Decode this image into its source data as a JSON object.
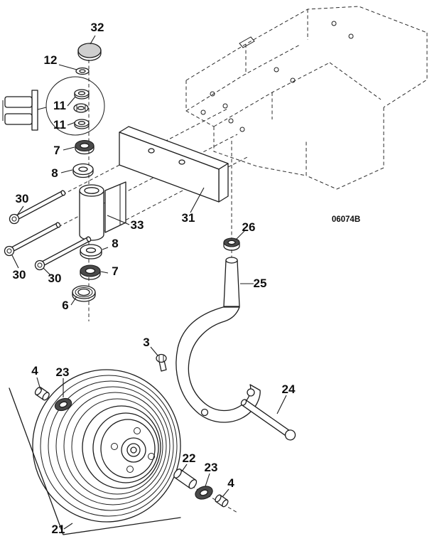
{
  "diagram": {
    "drawing_number": "06074B",
    "colors": {
      "line": "#1c1c1c",
      "background": "#ffffff"
    },
    "callouts": [
      {
        "label": "32"
      },
      {
        "label": "12"
      },
      {
        "label": "11"
      },
      {
        "label": "11"
      },
      {
        "label": "7"
      },
      {
        "label": "8"
      },
      {
        "label": "30"
      },
      {
        "label": "33"
      },
      {
        "label": "31"
      },
      {
        "label": "8"
      },
      {
        "label": "7"
      },
      {
        "label": "30"
      },
      {
        "label": "30"
      },
      {
        "label": "6"
      },
      {
        "label": "26"
      },
      {
        "label": "25"
      },
      {
        "label": "3"
      },
      {
        "label": "4"
      },
      {
        "label": "23"
      },
      {
        "label": "24"
      },
      {
        "label": "22"
      },
      {
        "label": "23"
      },
      {
        "label": "4"
      },
      {
        "label": "21"
      }
    ]
  }
}
